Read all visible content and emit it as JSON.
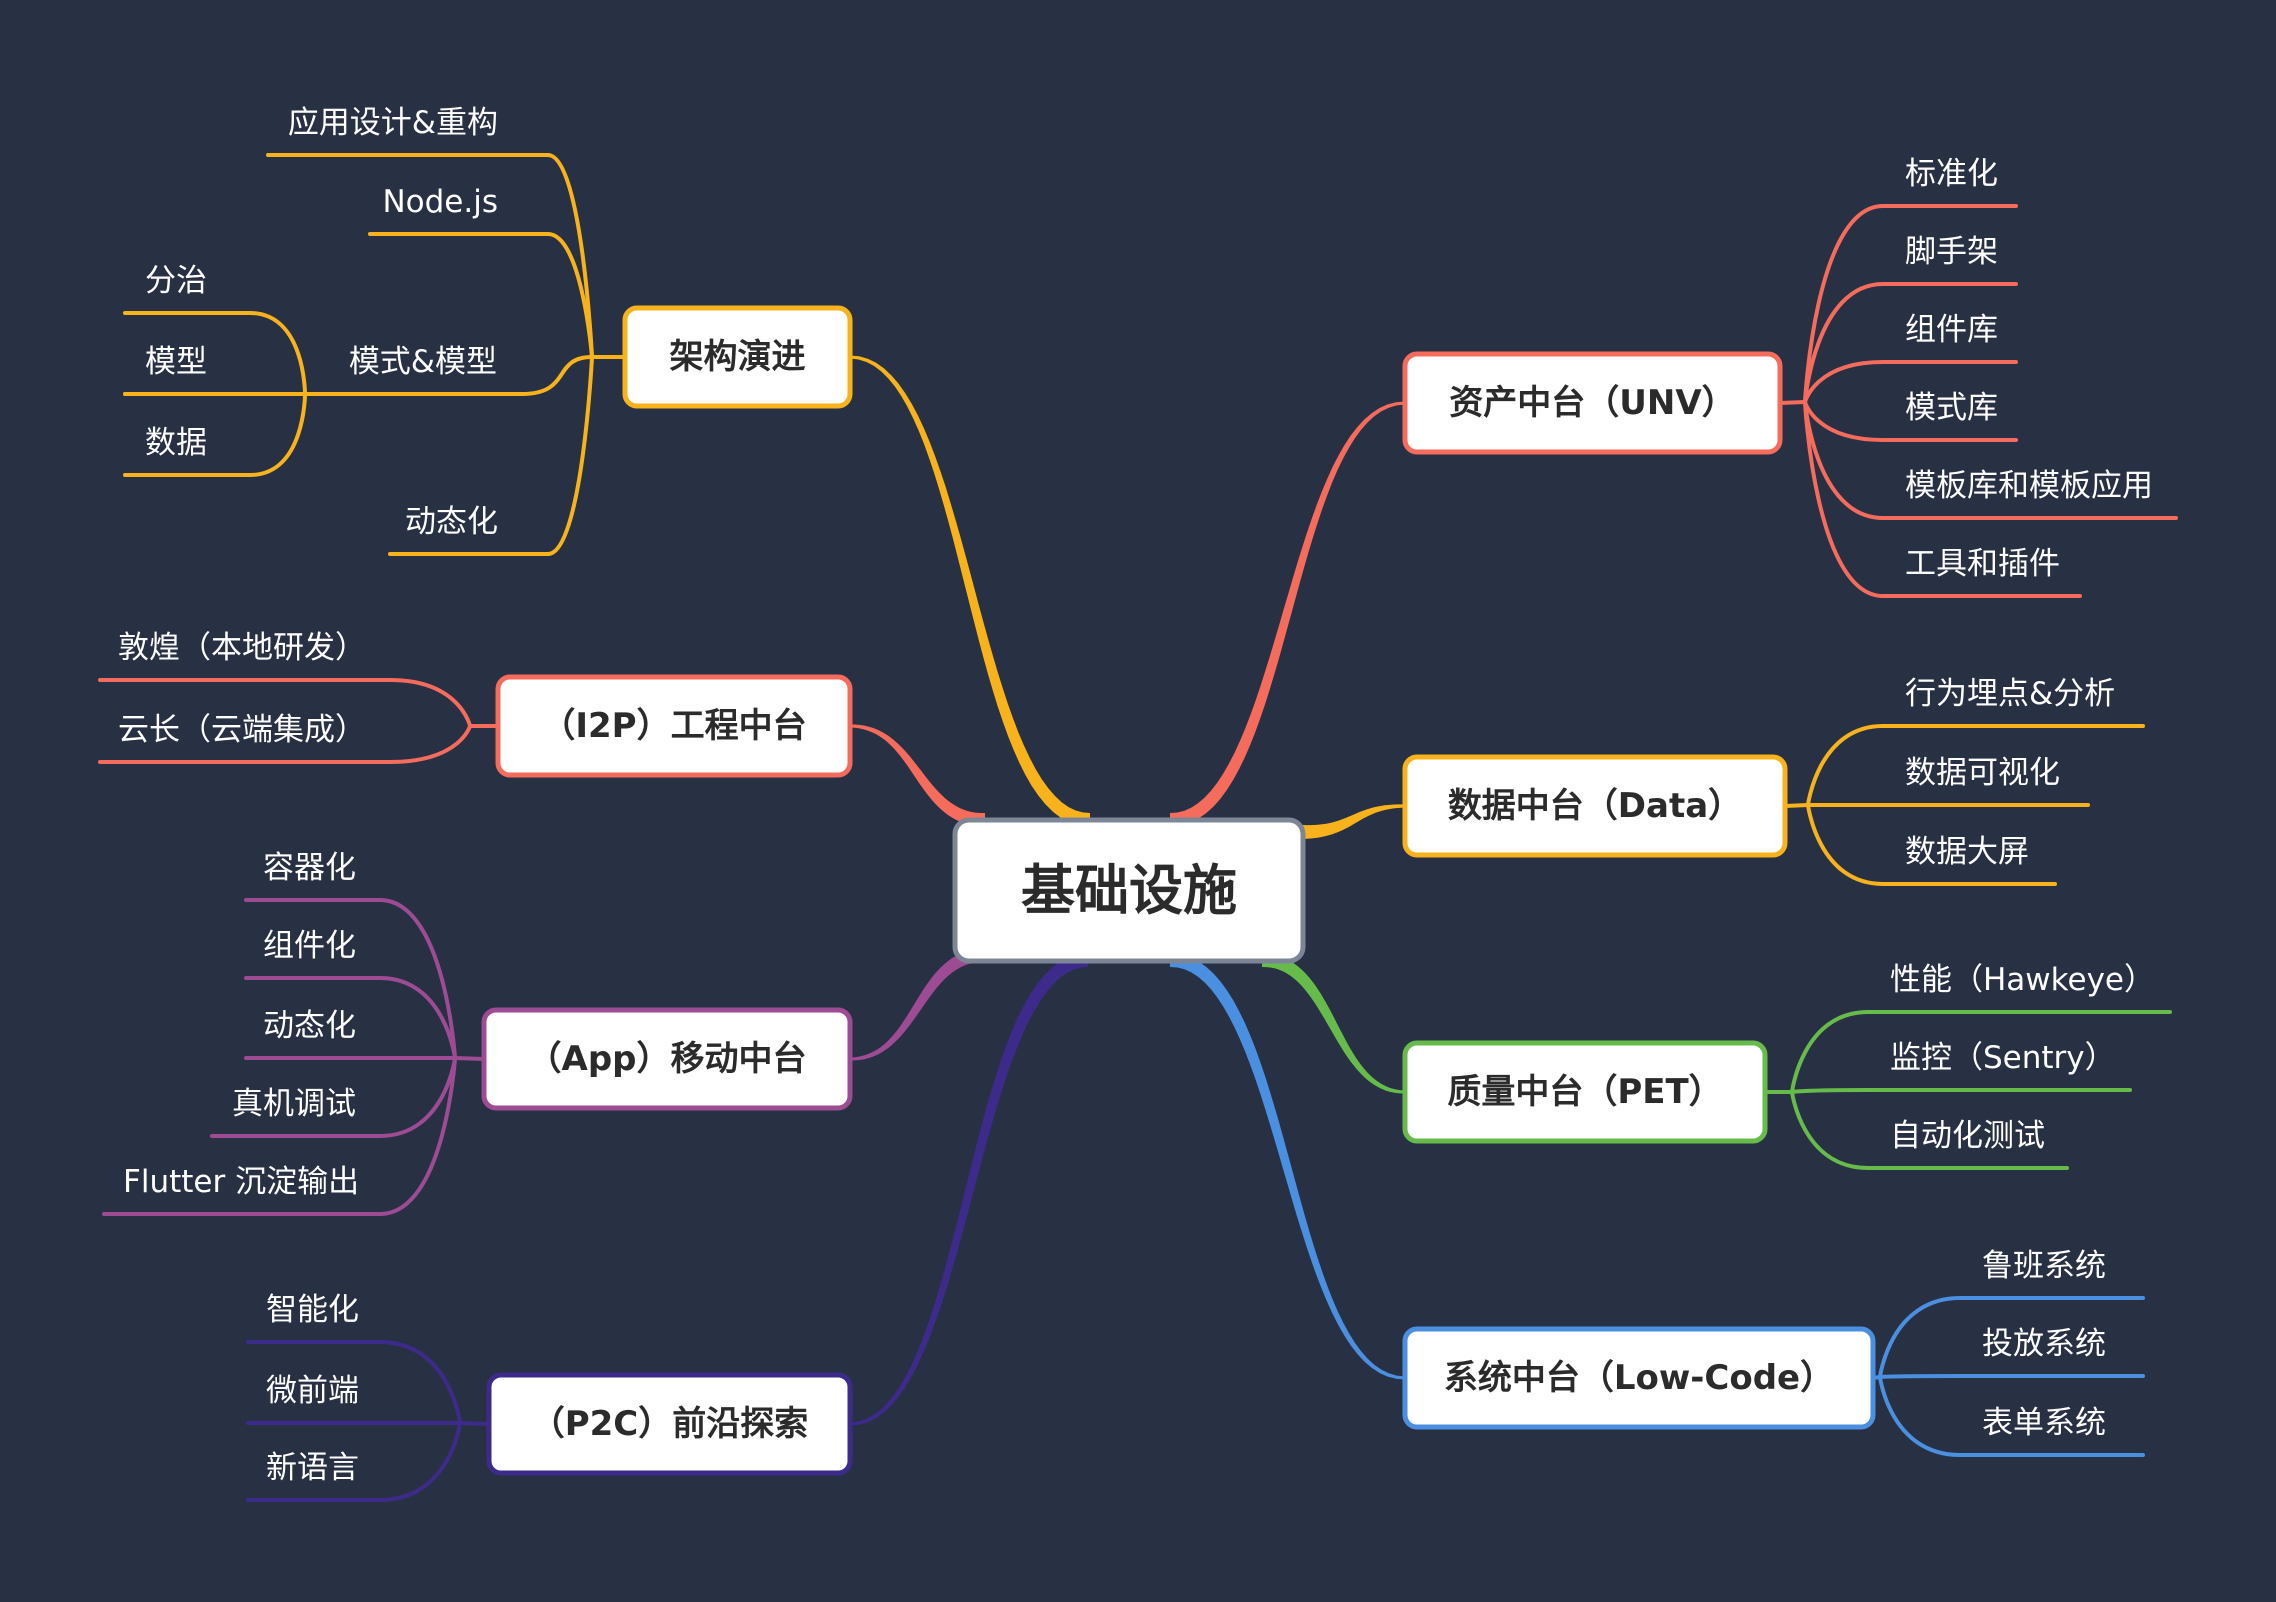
{
  "root": {
    "label": "基础设施"
  },
  "branches": [
    {
      "id": "arch",
      "label": "架构演进",
      "color": "#f8b31c",
      "children": [
        {
          "label": "应用设计&重构"
        },
        {
          "label": "Node.js"
        },
        {
          "label": "模式&模型",
          "children": [
            {
              "label": "分治"
            },
            {
              "label": "模型"
            },
            {
              "label": "数据"
            }
          ]
        },
        {
          "label": "动态化"
        }
      ]
    },
    {
      "id": "i2p",
      "label": "（I2P）工程中台",
      "color": "#f56c5c",
      "children": [
        {
          "label": "敦煌（本地研发）"
        },
        {
          "label": "云长（云端集成）"
        }
      ]
    },
    {
      "id": "app",
      "label": "（App）移动中台",
      "color": "#9d4b93",
      "children": [
        {
          "label": "容器化"
        },
        {
          "label": "组件化"
        },
        {
          "label": "动态化"
        },
        {
          "label": "真机调试"
        },
        {
          "label": "Flutter 沉淀输出"
        }
      ]
    },
    {
      "id": "p2c",
      "label": "（P2C）前沿探索",
      "color": "#3d2b8c",
      "children": [
        {
          "label": "智能化"
        },
        {
          "label": "微前端"
        },
        {
          "label": "新语言"
        }
      ]
    },
    {
      "id": "unv",
      "label": "资产中台（UNV）",
      "color": "#f56c5c",
      "children": [
        {
          "label": "标准化"
        },
        {
          "label": "脚手架"
        },
        {
          "label": "组件库"
        },
        {
          "label": "模式库"
        },
        {
          "label": "模板库和模板应用"
        },
        {
          "label": "工具和插件"
        }
      ]
    },
    {
      "id": "data",
      "label": "数据中台（Data）",
      "color": "#f8b31c",
      "children": [
        {
          "label": "行为埋点&分析"
        },
        {
          "label": "数据可视化"
        },
        {
          "label": "数据大屏"
        }
      ]
    },
    {
      "id": "pet",
      "label": "质量中台（PET）",
      "color": "#66bb4a",
      "children": [
        {
          "label": "性能（Hawkeye）"
        },
        {
          "label": "监控（Sentry）"
        },
        {
          "label": "自动化测试"
        }
      ]
    },
    {
      "id": "lowcode",
      "label": "系统中台（Low-Code）",
      "color": "#4a8fe0",
      "children": [
        {
          "label": "鲁班系统"
        },
        {
          "label": "投放系统"
        },
        {
          "label": "表单系统"
        }
      ]
    }
  ]
}
